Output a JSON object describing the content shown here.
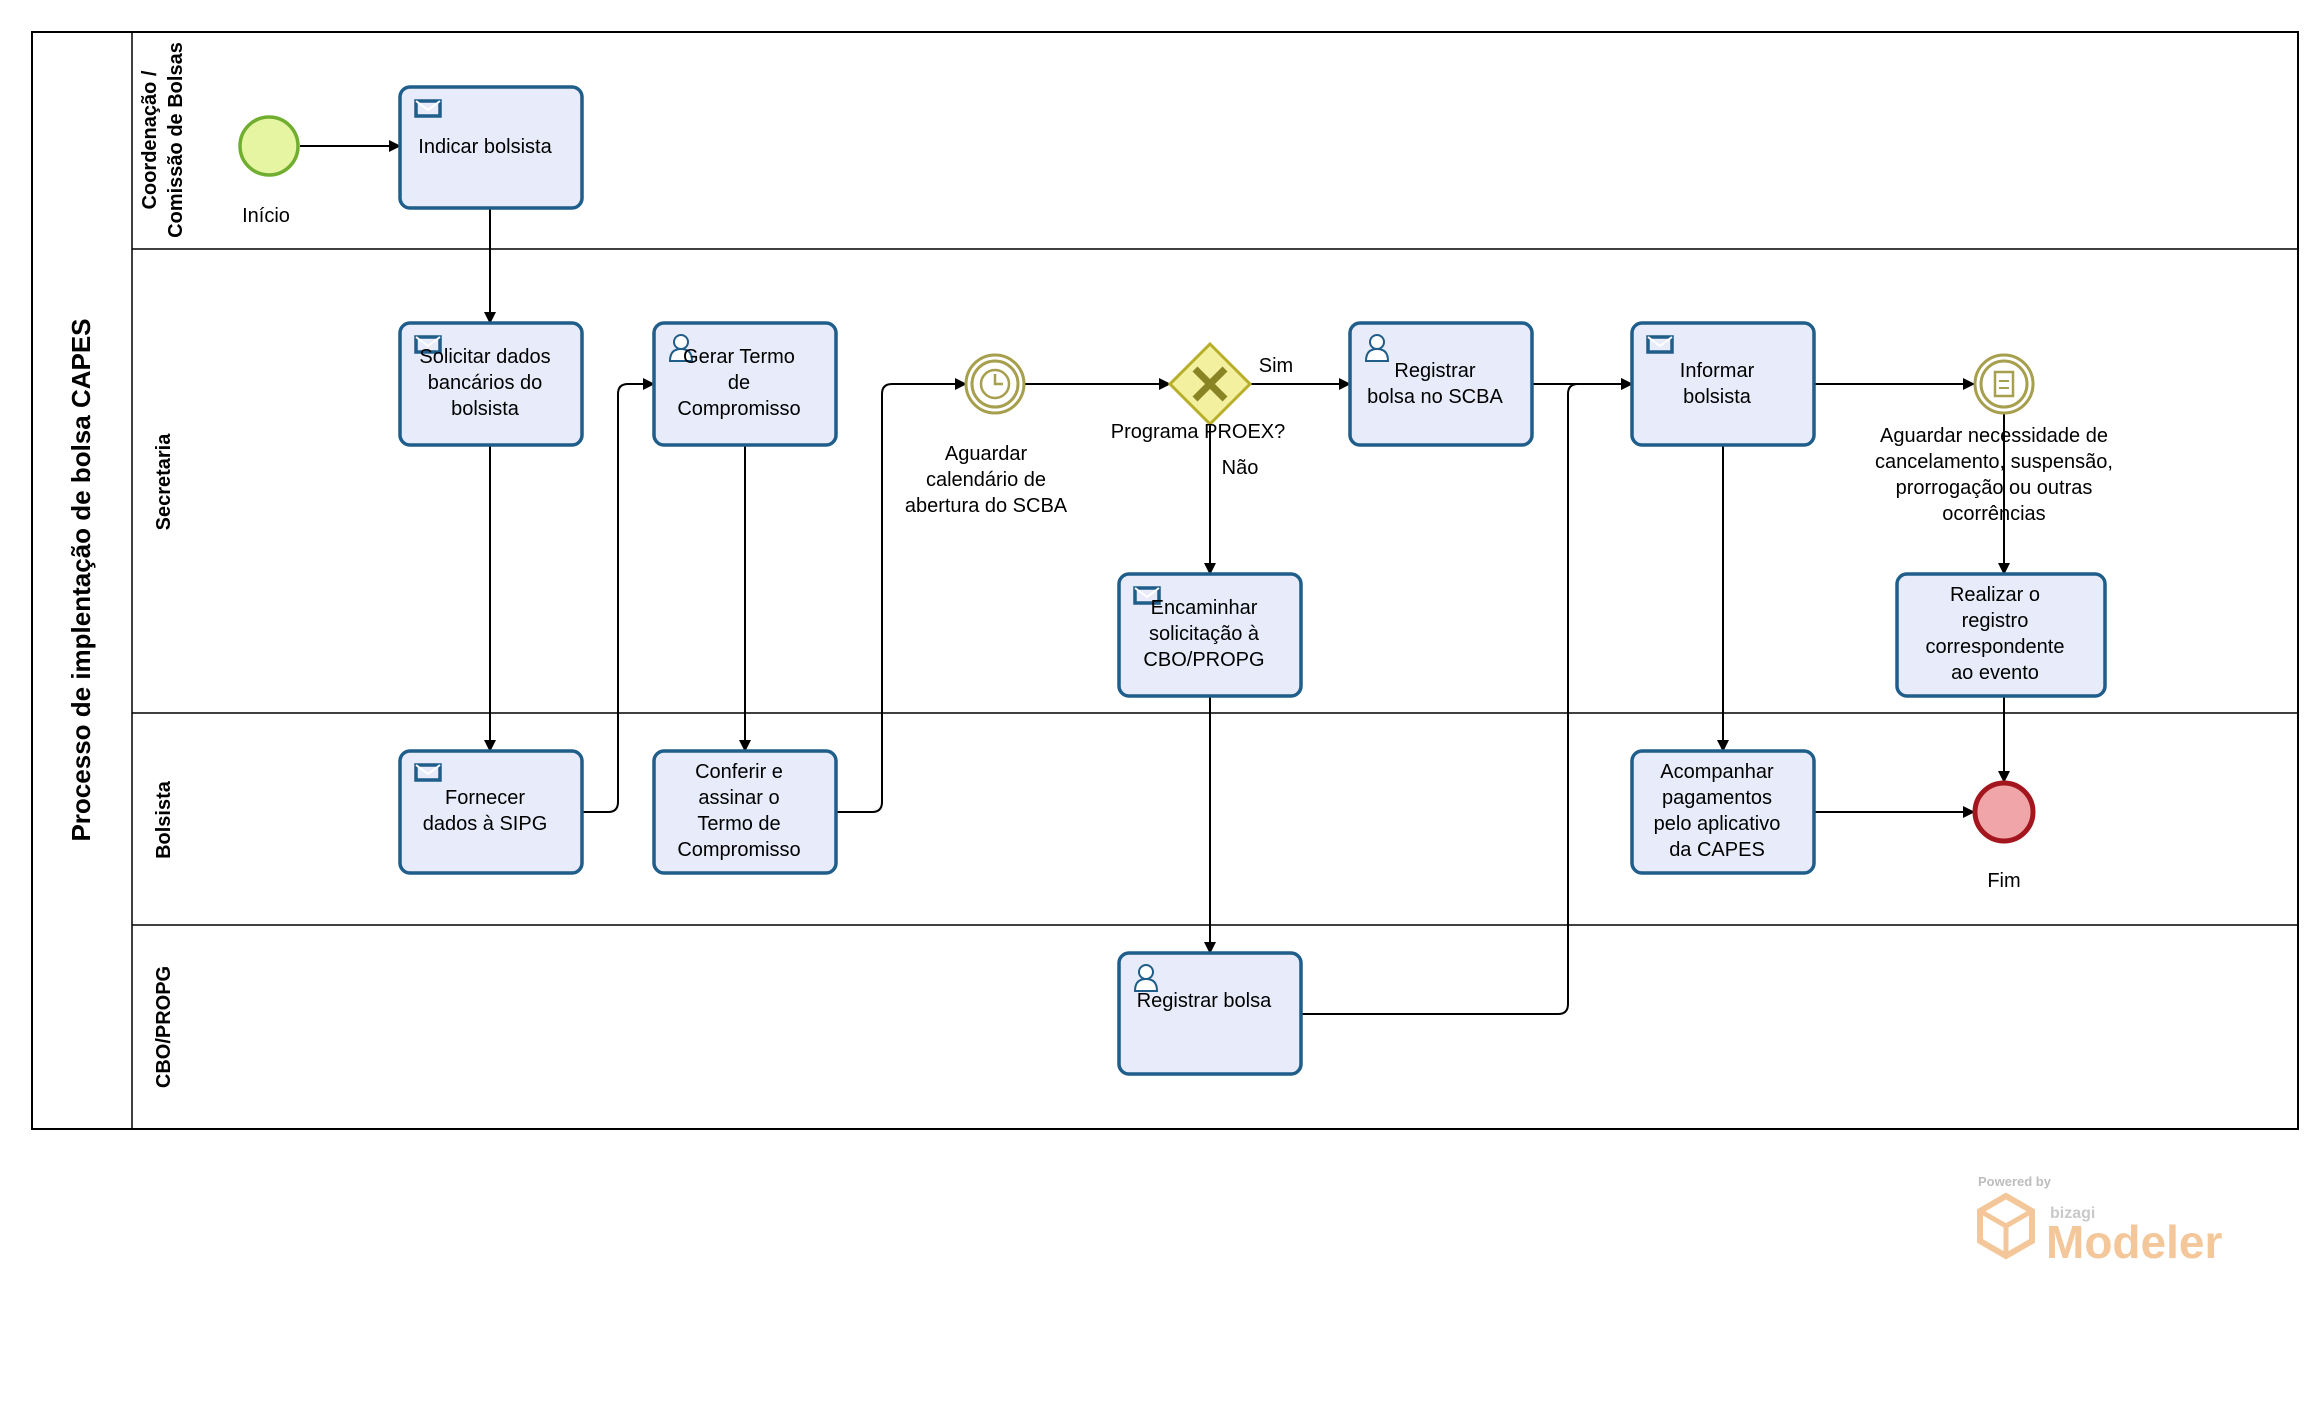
{
  "pool": {
    "title": "Processo de implentação de bolsa CAPES"
  },
  "lanes": {
    "coord": {
      "line1": "Coordenação /",
      "line2": "Comissão de Bolsas"
    },
    "secretaria": "Secretaria",
    "bolsista": "Bolsista",
    "cbo": "CBO/PROPG"
  },
  "events": {
    "start": "Início",
    "end": "Fim",
    "timer": [
      "Aguardar",
      "calendário de",
      "abertura do SCBA"
    ],
    "conditional": [
      "Aguardar necessidade de",
      "cancelamento, suspensão,",
      "prorrogação ou outras",
      "ocorrências"
    ]
  },
  "gateway": {
    "label": "Programa PROEX?",
    "yes": "Sim",
    "no": "Não"
  },
  "tasks": {
    "indicar": {
      "icon": "envelope-icon",
      "lines": [
        "Indicar bolsista"
      ]
    },
    "solicitar": {
      "icon": "envelope-icon",
      "lines": [
        "Solicitar dados",
        "bancários do",
        "bolsista"
      ]
    },
    "gerar": {
      "icon": "user-icon",
      "lines": [
        "Gerar Termo",
        "de",
        "Compromisso"
      ]
    },
    "registrar_scba": {
      "icon": "user-icon",
      "lines": [
        "Registrar",
        "bolsa no SCBA"
      ]
    },
    "informar": {
      "icon": "envelope-icon",
      "lines": [
        "Informar",
        "bolsista"
      ]
    },
    "encaminhar": {
      "icon": "envelope-icon",
      "lines": [
        "Encaminhar",
        "solicitação à",
        "CBO/PROPG"
      ]
    },
    "realizar": {
      "icon": "",
      "lines": [
        "Realizar o",
        "registro",
        "correspondente",
        "ao evento"
      ]
    },
    "fornecer": {
      "icon": "envelope-icon",
      "lines": [
        "Fornecer",
        "dados à SIPG"
      ]
    },
    "conferir": {
      "icon": "",
      "lines": [
        "Conferir e",
        "assinar o",
        "Termo de",
        "Compromisso"
      ]
    },
    "acompanhar": {
      "icon": "",
      "lines": [
        "Acompanhar",
        "pagamentos",
        "pelo aplicativo",
        "da CAPES"
      ]
    },
    "registrar_bolsa": {
      "icon": "user-icon",
      "lines": [
        "Registrar bolsa"
      ]
    }
  },
  "watermark": {
    "powered": "Powered by",
    "brand": "bizagi",
    "product": "Modeler"
  },
  "colors": {
    "task_fill": "#e8ecfa",
    "task_stroke": "#1f5d8a",
    "start_fill": "#e6f5a1",
    "start_stroke": "#6fae2e",
    "end_fill": "#f0a5a8",
    "end_stroke": "#a4161e",
    "gateway_fill": "#f3f0a0",
    "gateway_stroke": "#b8ae2a",
    "intermediate_stroke": "#a69f4d"
  }
}
